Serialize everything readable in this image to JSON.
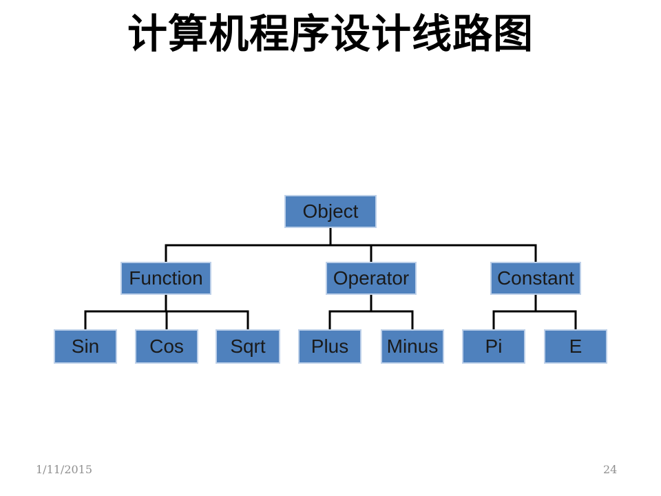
{
  "slide": {
    "title": "计算机程序设计线路图",
    "footer": {
      "date": "1/11/2015",
      "page_number": "24"
    }
  },
  "diagram": {
    "type": "hierarchy-tree",
    "root": "Object",
    "nodes": [
      {
        "id": "object",
        "label": "Object",
        "level": 1,
        "children": [
          "Function",
          "Operator",
          "Constant"
        ]
      },
      {
        "id": "function",
        "label": "Function",
        "level": 2,
        "children": [
          "Sin",
          "Cos",
          "Sqrt"
        ]
      },
      {
        "id": "operator",
        "label": "Operator",
        "level": 2,
        "children": [
          "Plus",
          "Minus"
        ]
      },
      {
        "id": "constant",
        "label": "Constant",
        "level": 2,
        "children": [
          "Pi",
          "E"
        ]
      },
      {
        "id": "sin",
        "label": "Sin",
        "level": 3,
        "children": []
      },
      {
        "id": "cos",
        "label": "Cos",
        "level": 3,
        "children": []
      },
      {
        "id": "sqrt",
        "label": "Sqrt",
        "level": 3,
        "children": []
      },
      {
        "id": "plus",
        "label": "Plus",
        "level": 3,
        "children": []
      },
      {
        "id": "minus",
        "label": "Minus",
        "level": 3,
        "children": []
      },
      {
        "id": "pi",
        "label": "Pi",
        "level": 3,
        "children": []
      },
      {
        "id": "e",
        "label": "E",
        "level": 3,
        "children": []
      }
    ],
    "edges": [
      [
        "Object",
        "Function"
      ],
      [
        "Object",
        "Operator"
      ],
      [
        "Object",
        "Constant"
      ],
      [
        "Function",
        "Sin"
      ],
      [
        "Function",
        "Cos"
      ],
      [
        "Function",
        "Sqrt"
      ],
      [
        "Operator",
        "Plus"
      ],
      [
        "Operator",
        "Minus"
      ],
      [
        "Constant",
        "Pi"
      ],
      [
        "Constant",
        "E"
      ]
    ]
  },
  "colors": {
    "box_fill": "#4f81bd",
    "box_border": "#bdd0e9",
    "box_text": "#1a1a1a",
    "connector": "#000000",
    "footer_text": "#8f8f8f",
    "background": "#ffffff"
  }
}
